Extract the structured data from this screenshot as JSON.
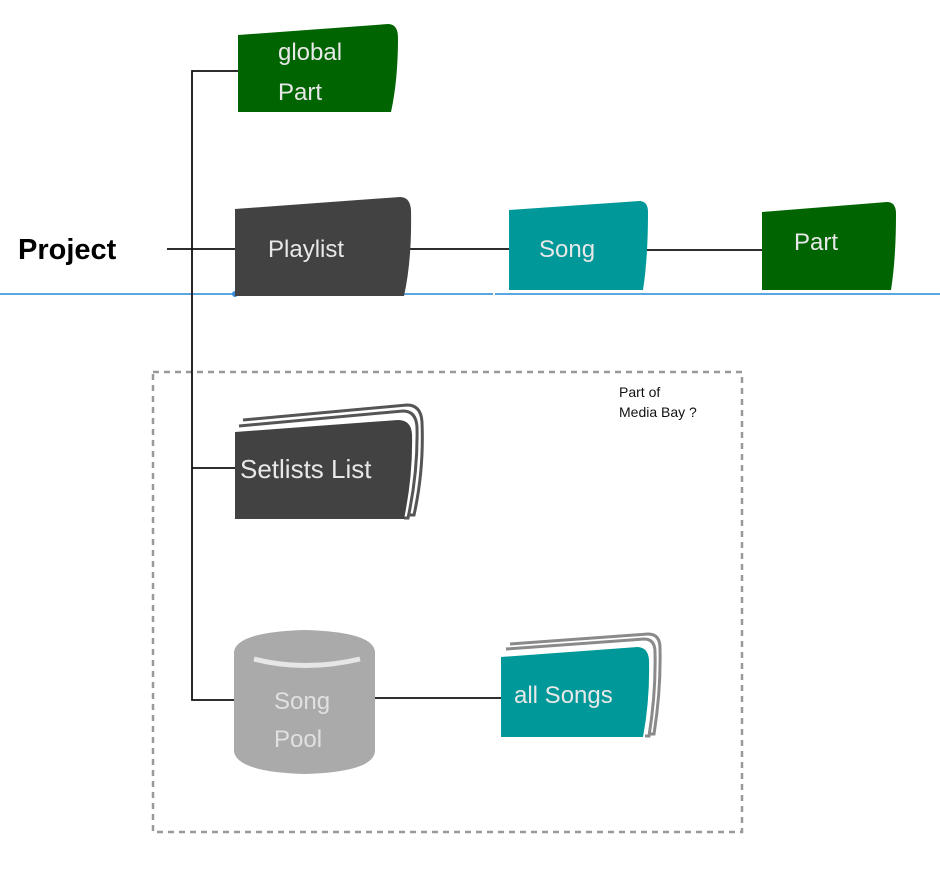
{
  "diagram": {
    "root": {
      "label": "Project"
    },
    "nodes": {
      "global_part": {
        "line1": "global",
        "line2": "Part"
      },
      "playlist": {
        "label": "Playlist"
      },
      "song": {
        "label": "Song"
      },
      "part": {
        "label": "Part"
      },
      "setlists_list": {
        "label": "Setlists List"
      },
      "song_pool": {
        "line1": "Song",
        "line2": "Pool"
      },
      "all_songs": {
        "label": "all Songs"
      }
    },
    "group": {
      "line1": "Part of",
      "line2": "Media Bay ?"
    },
    "colors": {
      "dark_green": "#006400",
      "dark_gray": "#424242",
      "teal": "#009898",
      "pool_gray": "#aaaaaa",
      "pool_highlight": "#e6e6e6",
      "text_light": "#e8e8e8",
      "guide_blue": "#5aa6e0",
      "dashed_border": "#999999",
      "stack_outline": "#8a8a8a"
    }
  }
}
